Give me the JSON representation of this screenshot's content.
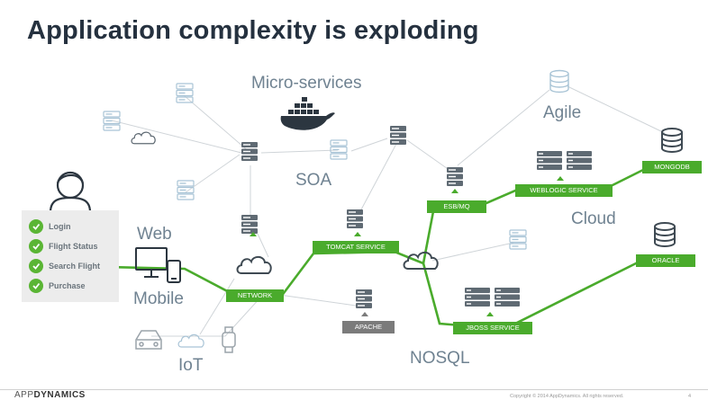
{
  "slide": {
    "title": "Application complexity is exploding",
    "regions": {
      "microservices": "Micro-services",
      "soa": "SOA",
      "agile": "Agile",
      "cloud": "Cloud",
      "web": "Web",
      "mobile": "Mobile",
      "iot": "IoT",
      "nosql": "NOSQL"
    },
    "user_actions": [
      "Login",
      "Flight Status",
      "Search Flight",
      "Purchase"
    ],
    "nodes": {
      "network": "NETWORK",
      "tomcat": "TOMCAT SERVICE",
      "esb": "ESB/MQ",
      "weblogic": "WEBLOGIC SERVICE",
      "mongodb": "MONGODB",
      "oracle": "ORACLE",
      "jboss": "JBOSS SERVICE",
      "apache": "APACHE"
    },
    "colors": {
      "accent": "#4aab2c",
      "server_dark": "#5f6a73",
      "server_light": "#a9c4d6",
      "gray_tag": "#7b7b7b"
    },
    "footer": {
      "logo_prefix": "APP",
      "logo_main": "DYNAMICS",
      "copyright": "Copyright © 2014 AppDynamics. All rights reserved.",
      "page": "4"
    }
  }
}
